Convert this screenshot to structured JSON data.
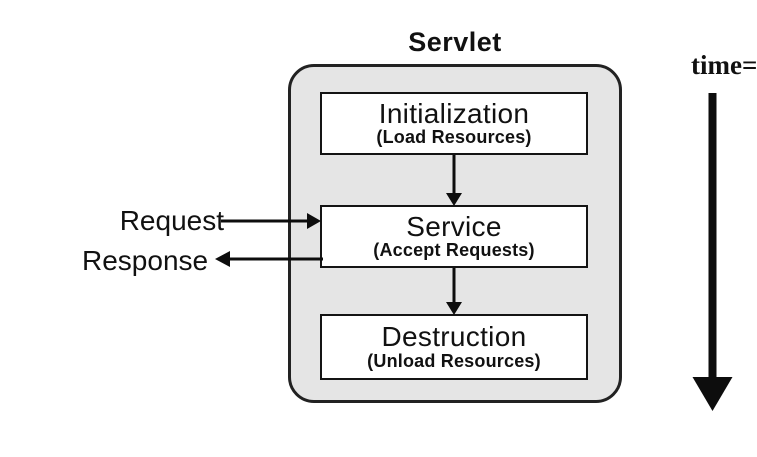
{
  "title": "Servlet",
  "lifecycle": {
    "boxes": [
      {
        "title": "Initialization",
        "subtitle": "(Load Resources)"
      },
      {
        "title": "Service",
        "subtitle": "(Accept Requests)"
      },
      {
        "title": "Destruction",
        "subtitle": "(Unload Resources)"
      }
    ],
    "flow": [
      "initialization-to-service",
      "service-to-destruction"
    ]
  },
  "labels": {
    "request": "Request",
    "response": "Response",
    "time": "time="
  },
  "icons": {
    "down_arrow": "flow-arrow-down",
    "right_arrow": "request-arrow-right",
    "left_arrow": "response-arrow-left",
    "time_arrow": "time-axis-arrow-down"
  },
  "colors": {
    "background": "#ffffff",
    "container_fill": "#e5e5e5",
    "container_border": "#222222",
    "box_fill": "#ffffff",
    "box_border": "#141414",
    "text": "#111111",
    "arrow": "#0d0d0d"
  }
}
